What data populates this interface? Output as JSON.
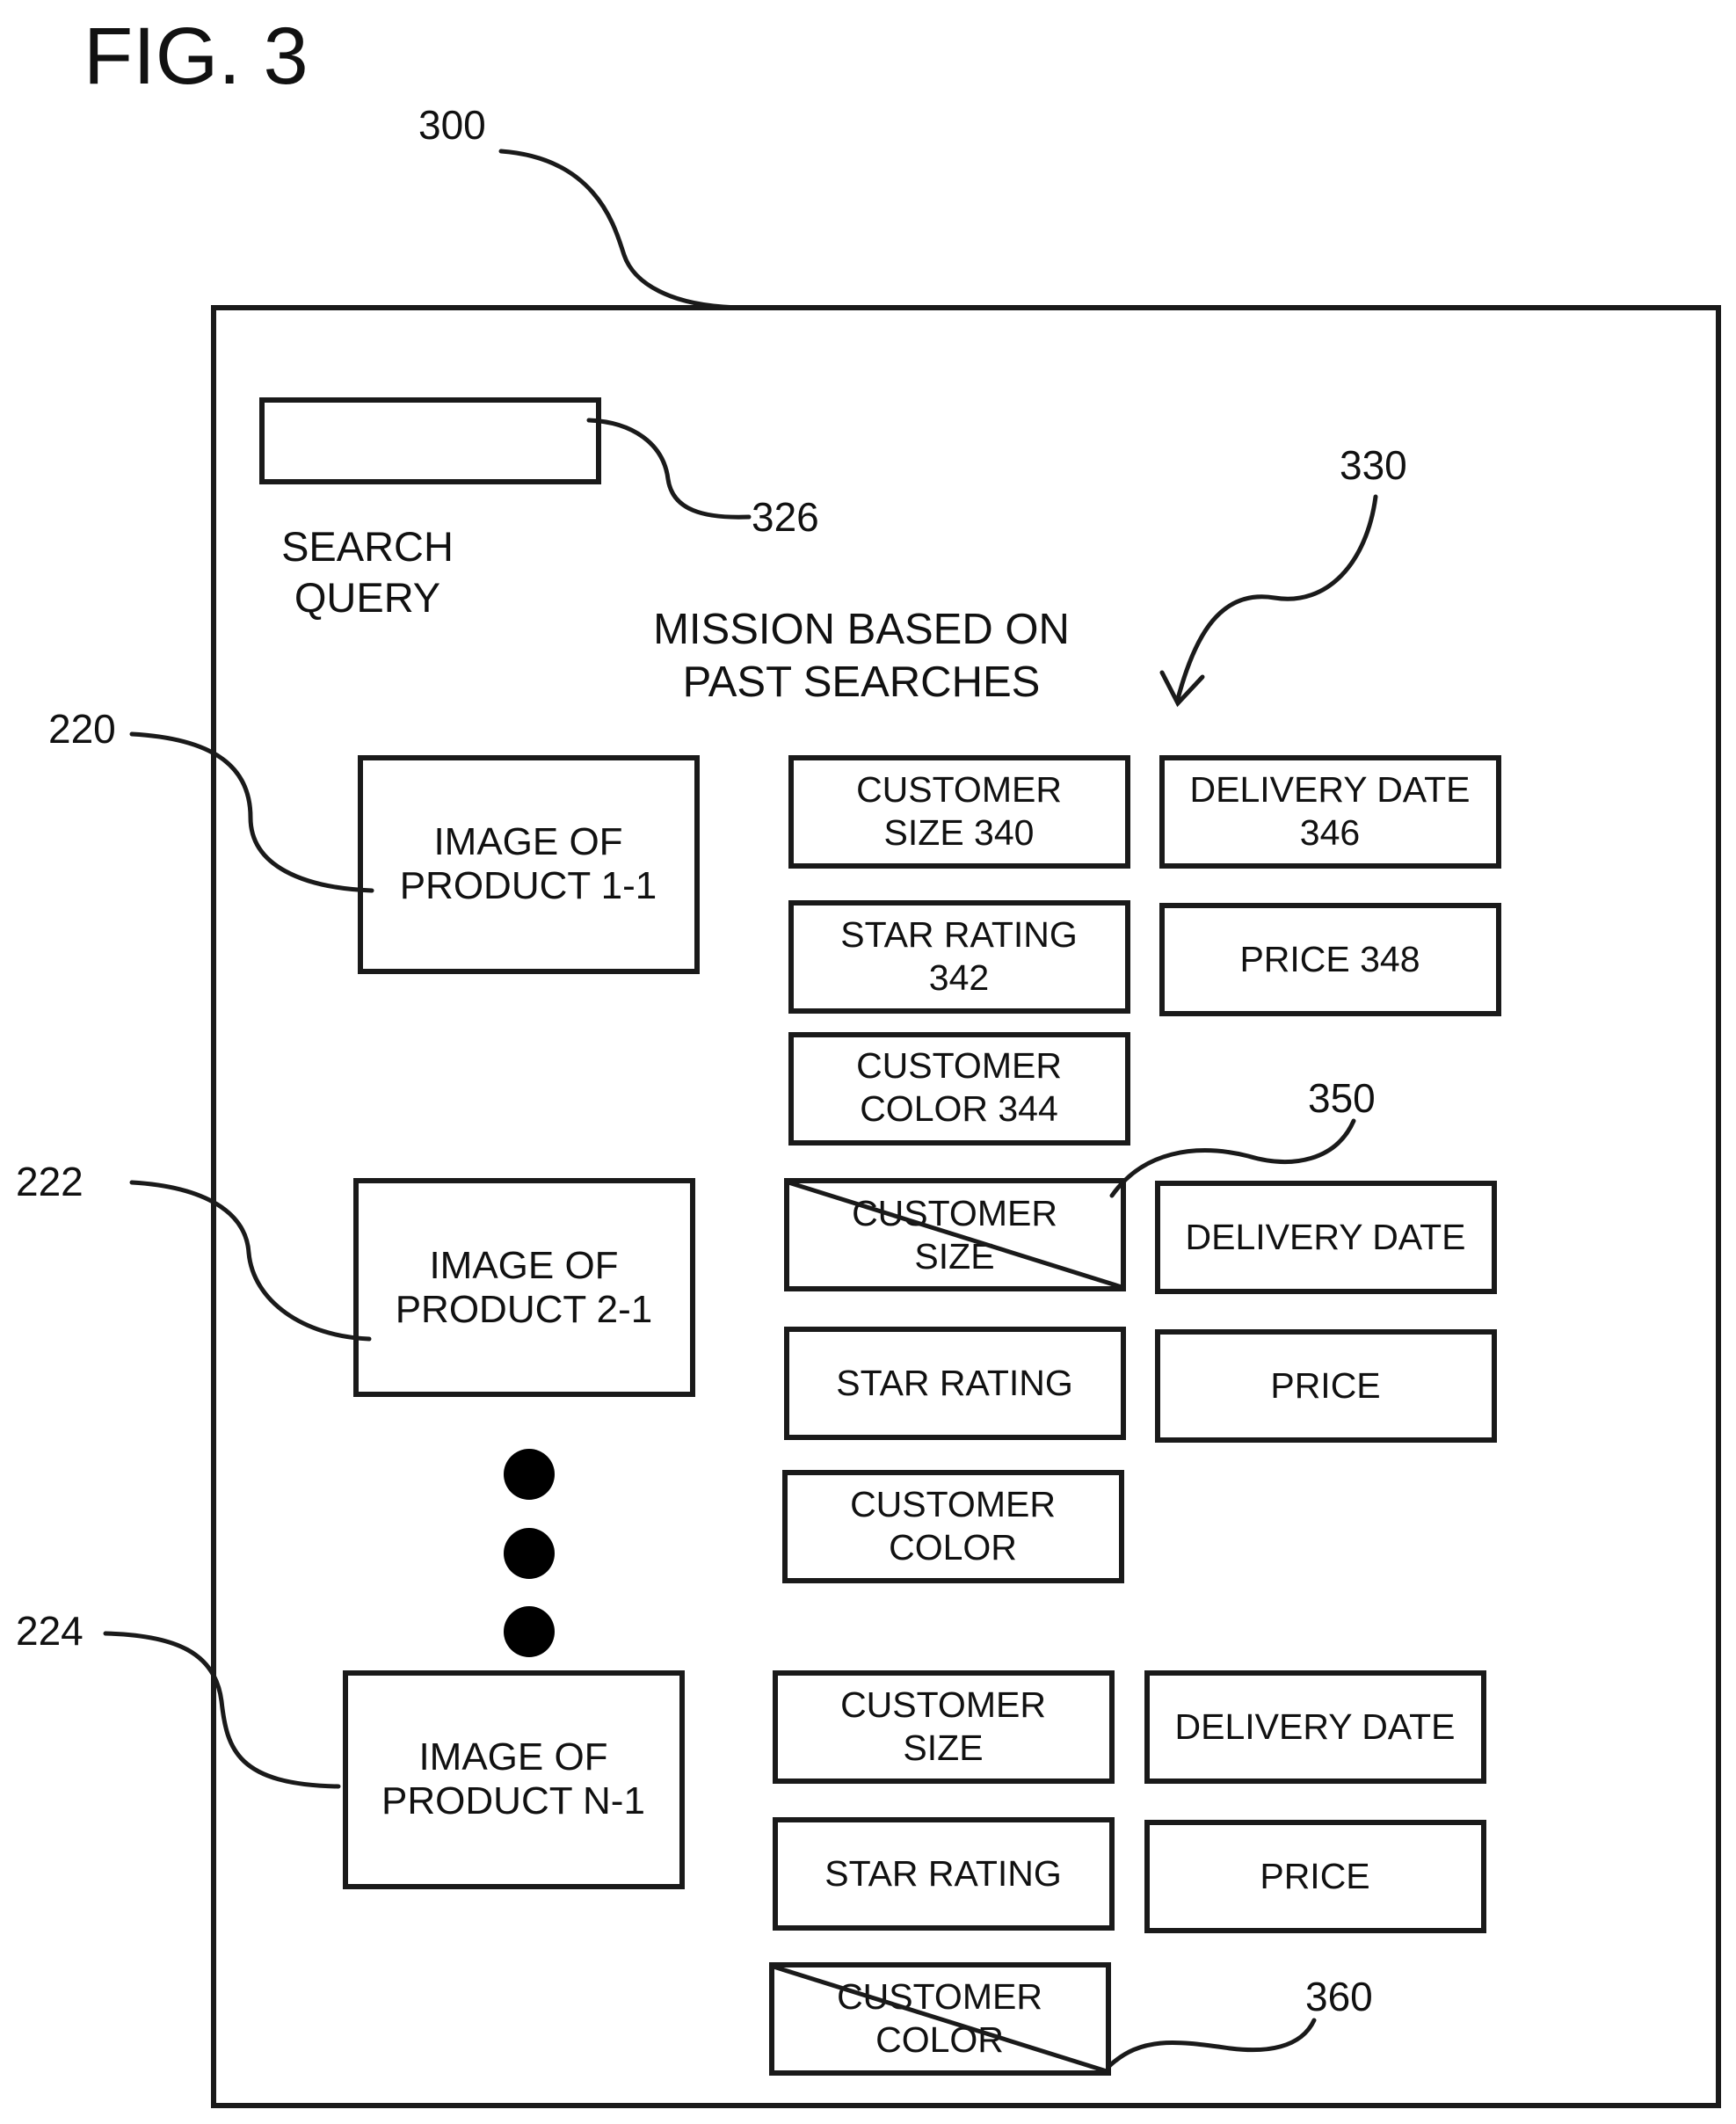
{
  "figure_label": "FIG. 3",
  "refs": {
    "r300": "300",
    "r326": "326",
    "r330": "330",
    "r220": "220",
    "r222": "222",
    "r224": "224",
    "r350": "350",
    "r360": "360"
  },
  "search": {
    "label_line1": "SEARCH",
    "label_line2": "QUERY"
  },
  "mission": {
    "line1": "MISSION BASED ON",
    "line2": "PAST SEARCHES"
  },
  "products": [
    {
      "line1": "IMAGE OF",
      "line2": "PRODUCT 1-1"
    },
    {
      "line1": "IMAGE OF",
      "line2": "PRODUCT 2-1"
    },
    {
      "line1": "IMAGE OF",
      "line2": "PRODUCT N-1"
    }
  ],
  "group1": {
    "size": {
      "line1": "CUSTOMER",
      "line2": "SIZE 340"
    },
    "delivery": {
      "line1": "DELIVERY DATE",
      "line2": "346"
    },
    "rating": {
      "line1": "STAR RATING",
      "line2": "342"
    },
    "price": {
      "line1": "PRICE 348"
    },
    "color": {
      "line1": "CUSTOMER",
      "line2": "COLOR 344"
    }
  },
  "group2": {
    "size": {
      "line1": "CUSTOMER",
      "line2": "SIZE"
    },
    "delivery": {
      "line1": "DELIVERY DATE"
    },
    "rating": {
      "line1": "STAR RATING"
    },
    "price": {
      "line1": "PRICE"
    },
    "color": {
      "line1": "CUSTOMER",
      "line2": "COLOR"
    }
  },
  "group3": {
    "size": {
      "line1": "CUSTOMER",
      "line2": "SIZE"
    },
    "delivery": {
      "line1": "DELIVERY DATE"
    },
    "rating": {
      "line1": "STAR RATING"
    },
    "price": {
      "line1": "PRICE"
    },
    "color": {
      "line1": "CUSTOMER",
      "line2": "COLOR"
    }
  }
}
